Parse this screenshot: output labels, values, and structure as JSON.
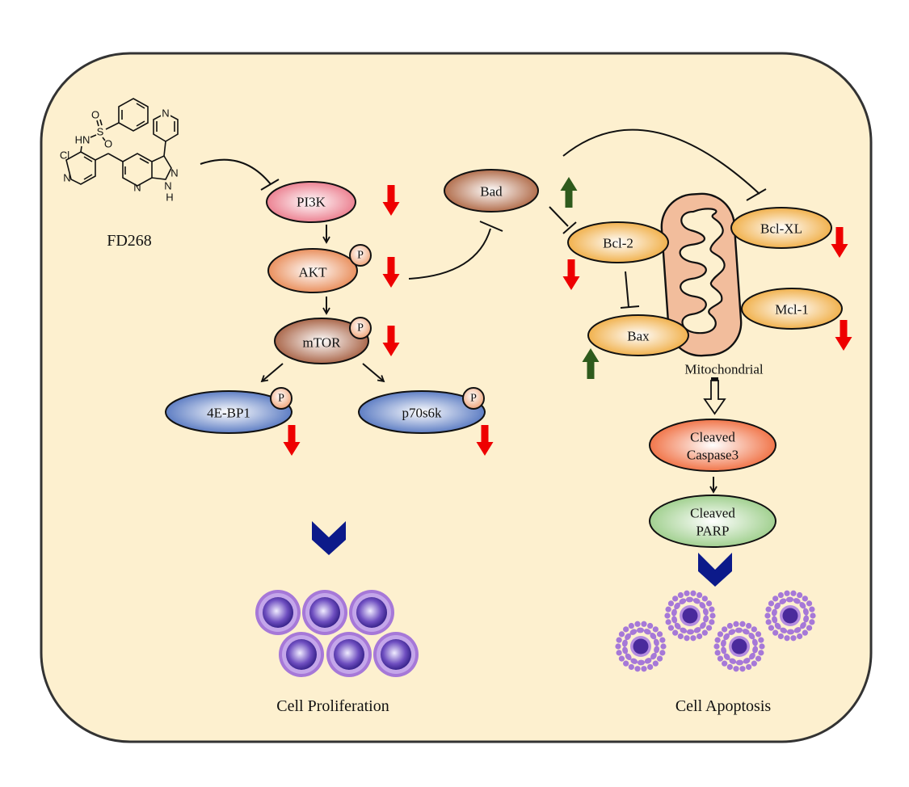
{
  "title": "FD268 mechanism: PI3K/AKT/mTOR and mitochondrial apoptosis pathway",
  "compound": {
    "name": "FD268",
    "atoms": {
      "cl": "Cl",
      "hn": "HN",
      "s": "S",
      "o1": "O",
      "o2": "O",
      "n_pyr1": "N",
      "n_pyr2": "N",
      "n_pz1": "N",
      "n_pz2": "N",
      "h": "H",
      "n_pyrimid": "N"
    }
  },
  "left_pathway": {
    "nodes": [
      {
        "id": "pi3k",
        "label": "PI3K",
        "phospho": false,
        "change": "down"
      },
      {
        "id": "akt",
        "label": "AKT",
        "phospho": true,
        "change": "down"
      },
      {
        "id": "mtor",
        "label": "mTOR",
        "phospho": true,
        "change": "down"
      },
      {
        "id": "4ebp1",
        "label": "4E-BP1",
        "phospho": true,
        "change": "down"
      },
      {
        "id": "p70s6k",
        "label": "p70s6k",
        "phospho": true,
        "change": "down"
      }
    ],
    "phospho_label": "P",
    "outcome": "Cell Proliferation"
  },
  "right_pathway": {
    "nodes": [
      {
        "id": "bad",
        "label": "Bad",
        "change": "up"
      },
      {
        "id": "bcl2",
        "label": "Bcl-2",
        "change": "down"
      },
      {
        "id": "bclxl",
        "label": "Bcl-XL",
        "change": "down"
      },
      {
        "id": "mcl1",
        "label": "Mcl-1",
        "change": "down"
      },
      {
        "id": "bax",
        "label": "Bax",
        "change": "up"
      },
      {
        "id": "caspase3",
        "label_line1": "Cleaved",
        "label_line2": "Caspase3"
      },
      {
        "id": "parp",
        "label_line1": "Cleaved",
        "label_line2": "PARP"
      }
    ],
    "organelle_label": "Mitochondrial",
    "outcome": "Cell Apoptosis"
  },
  "colors": {
    "cell_bg": "#fdf0cf",
    "down_arrow": "#ee0000",
    "up_arrow": "#2e5a1c",
    "chevron": "#0c1a8a",
    "pi3k": "#e8697c",
    "akt": "#e57a3e",
    "mtor": "#9a4a28",
    "blue_node": "#3e64b8",
    "bad": "#a3522a",
    "bcl_family": "#eea22a",
    "caspase3": "#ee5a26",
    "parp": "#8fc77a",
    "mito": "#f2bd9c",
    "cell": "#a678d8",
    "nucleus": "#4a2a9c"
  }
}
